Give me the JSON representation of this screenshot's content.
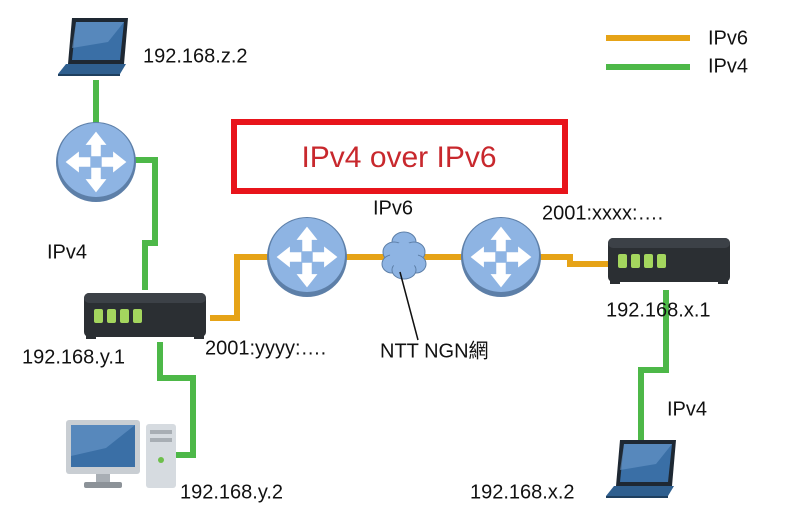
{
  "legend": {
    "ipv6_label": "IPv6",
    "ipv4_label": "IPv4"
  },
  "title": "IPv4 over IPv6",
  "labels": {
    "laptop_top_ip": "192.168.z.2",
    "left_ipv4": "IPv4",
    "left_router_ip": "192.168.y.1",
    "desktop_ip": "192.168.y.2",
    "left_ipv6_addr": "2001:yyyy:….",
    "cloud_ipv6": "IPv6",
    "cloud_name": "NTT NGN網",
    "right_ipv6_addr": "2001:xxxx:….",
    "right_router_ip": "192.168.x.1",
    "right_ipv4": "IPv4",
    "laptop_bottom_ip": "192.168.x.2"
  },
  "colors": {
    "ipv6_line": "#e6a317",
    "ipv4_line": "#4db848",
    "title_border": "#e8141b",
    "title_text": "#c8282d",
    "router_fill": "#8eb4e3",
    "device_dark": "#2b2f33",
    "device_led": "#a4d65e",
    "laptop_blue": "#3a6fa6"
  },
  "icons": [
    "laptop-icon",
    "router-icon",
    "home-gateway-icon",
    "cloud-icon",
    "desktop-pc-icon"
  ]
}
